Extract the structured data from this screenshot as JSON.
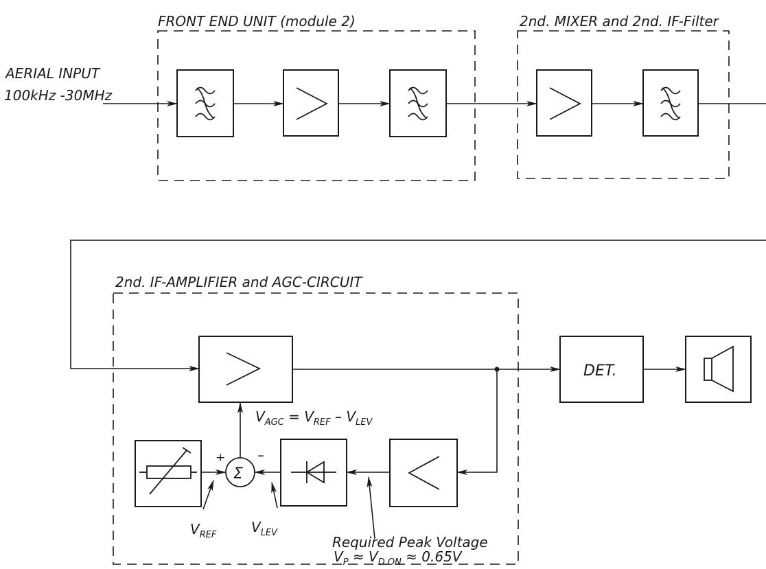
{
  "groups": {
    "front_end": "FRONT END UNIT (module 2)",
    "mixer": "2nd. MIXER and 2nd. IF-Filter",
    "if_amp": "2nd. IF-AMPLIFIER and AGC-CIRCUIT"
  },
  "input": {
    "line1": "AERIAL INPUT",
    "line2": "100kHz -30MHz"
  },
  "blocks": {
    "det": "DET."
  },
  "equation": {
    "v": "V",
    "agc_sub": "AGC",
    "eq": " = V",
    "ref_sub": "REF",
    "minus": " – V",
    "lev_sub": "LEV"
  },
  "summing": {
    "sigma": "Σ",
    "plus": "+",
    "minus": "–"
  },
  "labels": {
    "vref_v": "V",
    "vref_sub": "REF",
    "vlev_v": "V",
    "vlev_sub": "LEV"
  },
  "note": {
    "line1": "Required Peak Voltage",
    "vp_v": "V",
    "vp_sub": "P",
    "approx1": " ≈ V",
    "vdon_sub": "D.ON",
    "approx2": " ≈ 0.65V"
  }
}
